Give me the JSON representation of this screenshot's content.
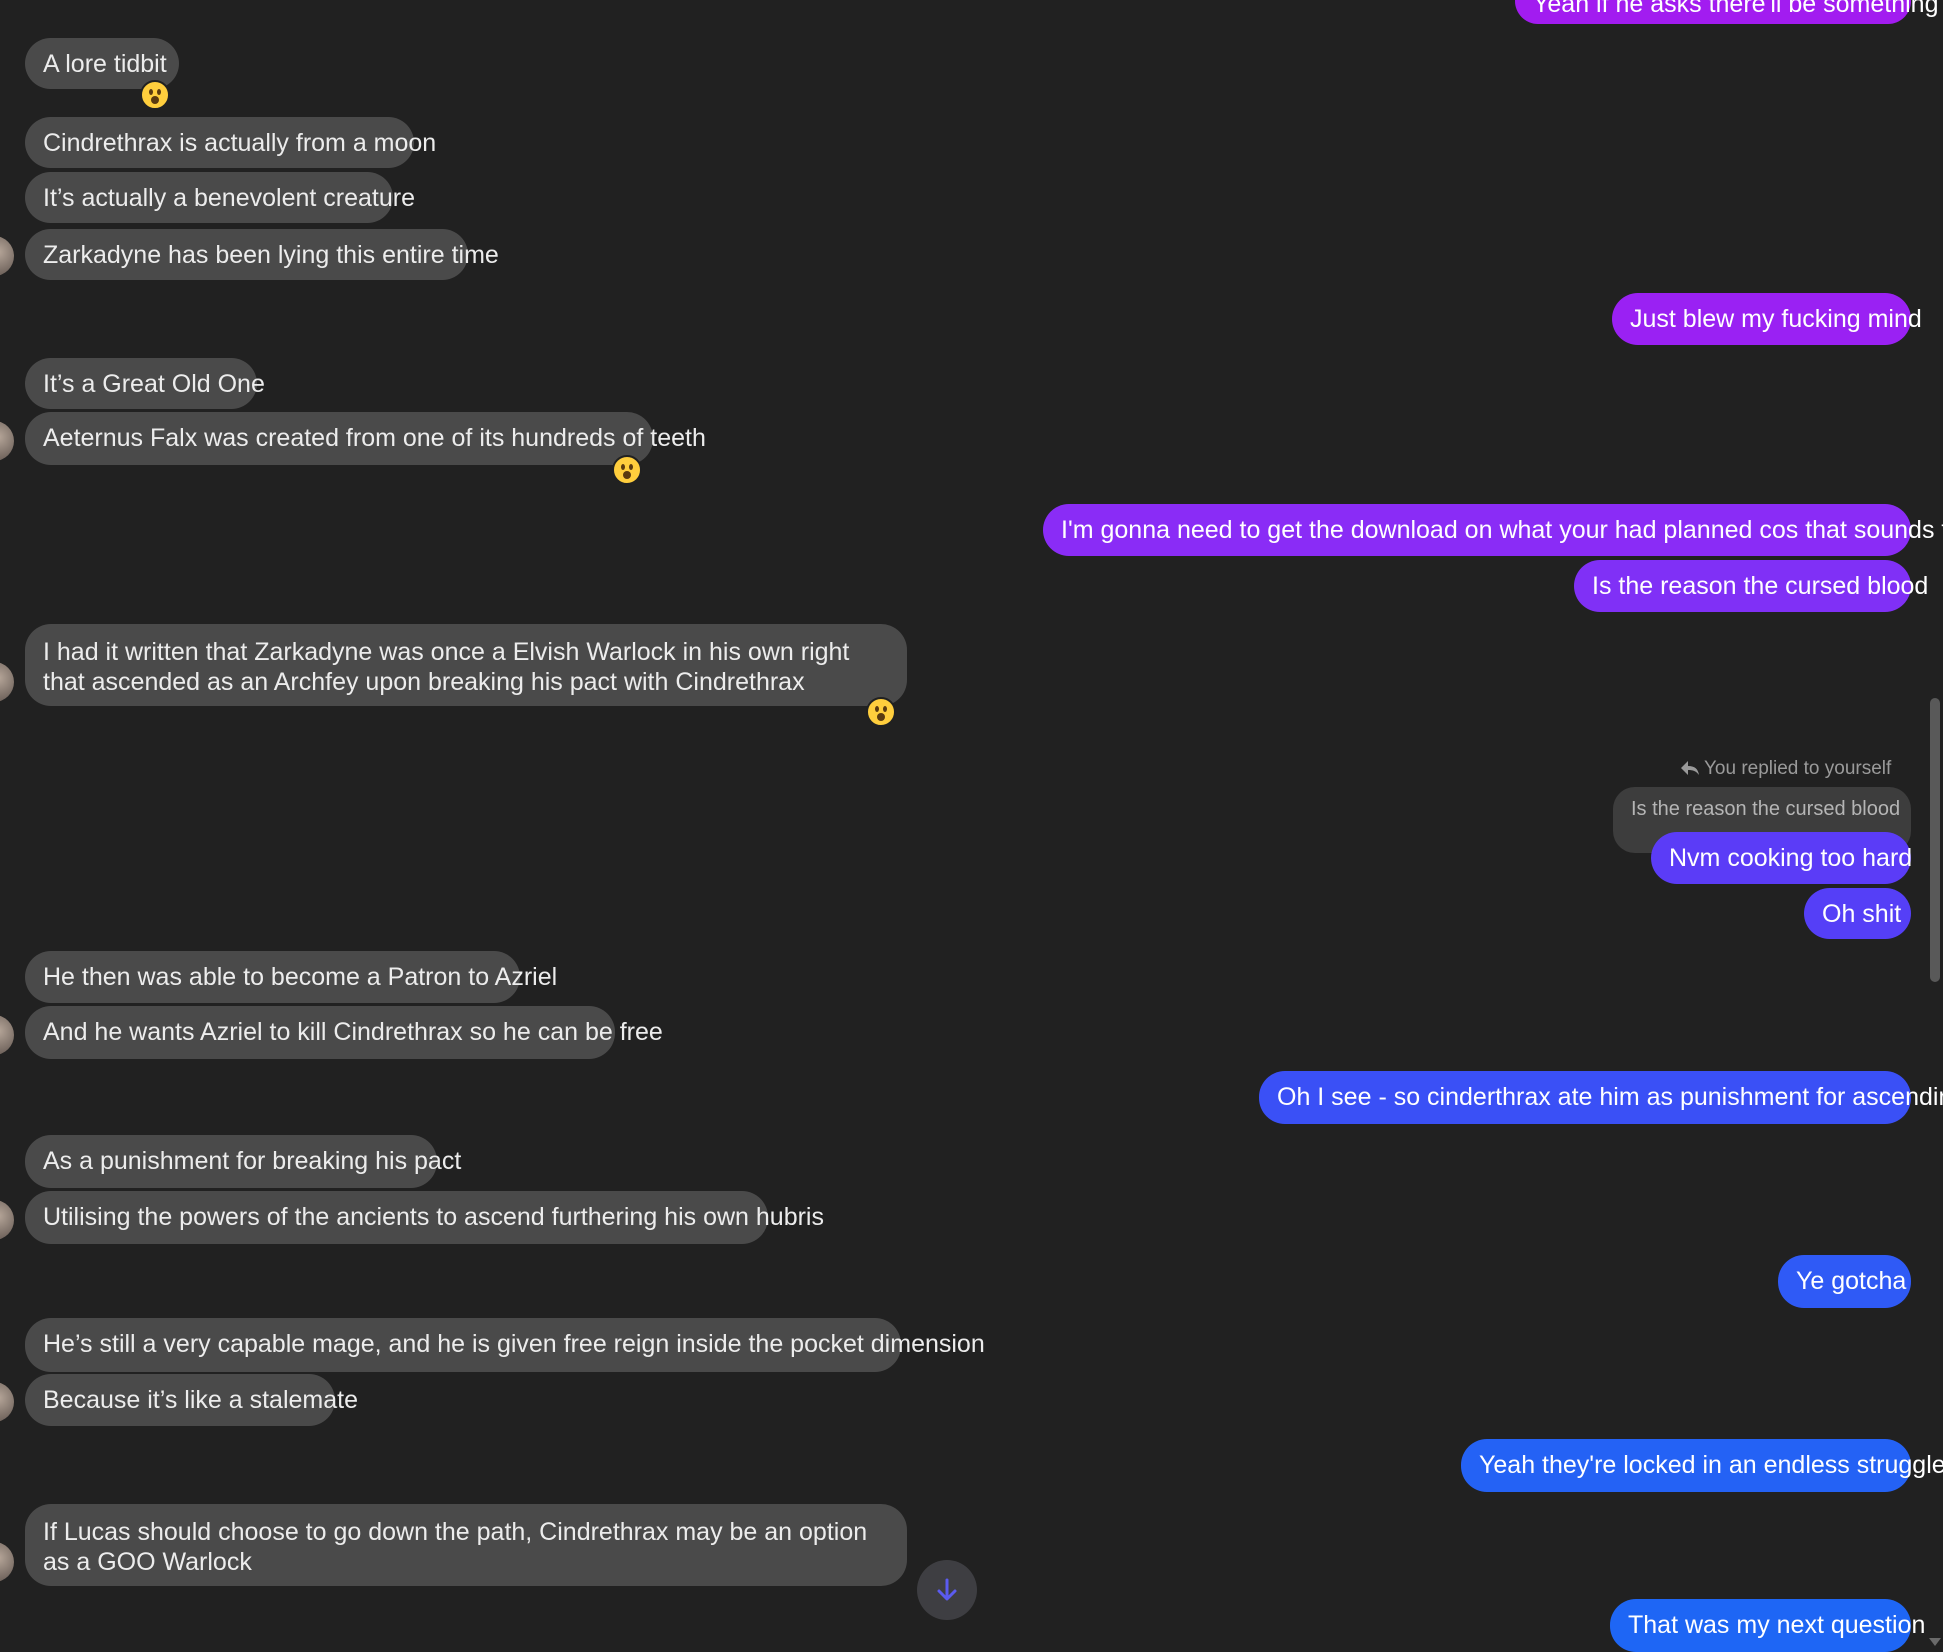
{
  "theme": {
    "background": "#212121",
    "incoming_bubble": "#4a4a4a",
    "outgoing_gradient": [
      "#a21cf0",
      "#8a2cf6",
      "#5b3cf7",
      "#2f5af6",
      "#1e66f5"
    ]
  },
  "messages": [
    {
      "id": "m0",
      "dir": "out",
      "text": "Yeah if he asks there'll be something",
      "color": "#a21cf0"
    },
    {
      "id": "m1",
      "dir": "in",
      "text": "A lore tidbit",
      "reaction": "astonished-face-icon"
    },
    {
      "id": "m2",
      "dir": "in",
      "text": "Cindrethrax is actually from a moon"
    },
    {
      "id": "m3",
      "dir": "in",
      "text": "It’s actually a benevolent creature"
    },
    {
      "id": "m4",
      "dir": "in",
      "text": "Zarkadyne has been lying this entire time",
      "avatar": true
    },
    {
      "id": "m5",
      "dir": "out",
      "text": "Just blew my fucking mind",
      "color": "#9a21f3"
    },
    {
      "id": "m6",
      "dir": "in",
      "text": "It’s a Great Old One"
    },
    {
      "id": "m7",
      "dir": "in",
      "text": "Aeternus Falx was created from one of its hundreds of teeth",
      "avatar": true,
      "reaction": "astonished-face-icon"
    },
    {
      "id": "m8",
      "dir": "out",
      "text": "I'm gonna need to get the download on what your had planned cos that sounds fire",
      "color": "#8a2cf6"
    },
    {
      "id": "m9",
      "dir": "out",
      "text": "Is the reason the cursed blood",
      "color": "#8030f6"
    },
    {
      "id": "m10",
      "dir": "in",
      "text": "I had it written that Zarkadyne was once a Elvish Warlock in his own right that ascended as an Archfey upon breaking his pact with Cindrethrax",
      "avatar": true,
      "reaction": "astonished-face-icon"
    },
    {
      "id": "m11",
      "dir": "out",
      "text": "Nvm cooking too hard",
      "color": "#5b3cf7",
      "reply": {
        "label": "You replied to yourself",
        "quote": "Is the reason the cursed blood"
      }
    },
    {
      "id": "m12",
      "dir": "out",
      "text": "Oh shit",
      "color": "#553ff7"
    },
    {
      "id": "m13",
      "dir": "in",
      "text": "He then was able to become a Patron to Azriel"
    },
    {
      "id": "m14",
      "dir": "in",
      "text": "And he wants Azriel to kill Cindrethrax so he can be free",
      "avatar": true
    },
    {
      "id": "m15",
      "dir": "out",
      "text": "Oh I see - so cinderthrax ate him as punishment for ascending",
      "color": "#3a50f6"
    },
    {
      "id": "m16",
      "dir": "in",
      "text": "As a punishment for breaking his pact"
    },
    {
      "id": "m17",
      "dir": "in",
      "text": "Utilising the powers of the ancients to ascend furthering his own hubris",
      "avatar": true
    },
    {
      "id": "m18",
      "dir": "out",
      "text": "Ye gotcha",
      "color": "#2f5af6"
    },
    {
      "id": "m19",
      "dir": "in",
      "text": "He’s still a very capable mage, and he is given free reign inside the pocket dimension"
    },
    {
      "id": "m20",
      "dir": "in",
      "text": "Because it’s like a stalemate",
      "avatar": true
    },
    {
      "id": "m21",
      "dir": "out",
      "text": "Yeah they're locked in an endless struggle",
      "color": "#2462f5"
    },
    {
      "id": "m22",
      "dir": "in",
      "text": "If Lucas should choose to go down the path, Cindrethrax may be an option as a GOO Warlock",
      "avatar": true
    },
    {
      "id": "m23",
      "dir": "out",
      "text": "That was my next question",
      "color": "#1e66f5"
    }
  ],
  "controls": {
    "scroll_down_icon": "arrow-down-icon",
    "scroll_down_color": "#5b5bf0"
  }
}
